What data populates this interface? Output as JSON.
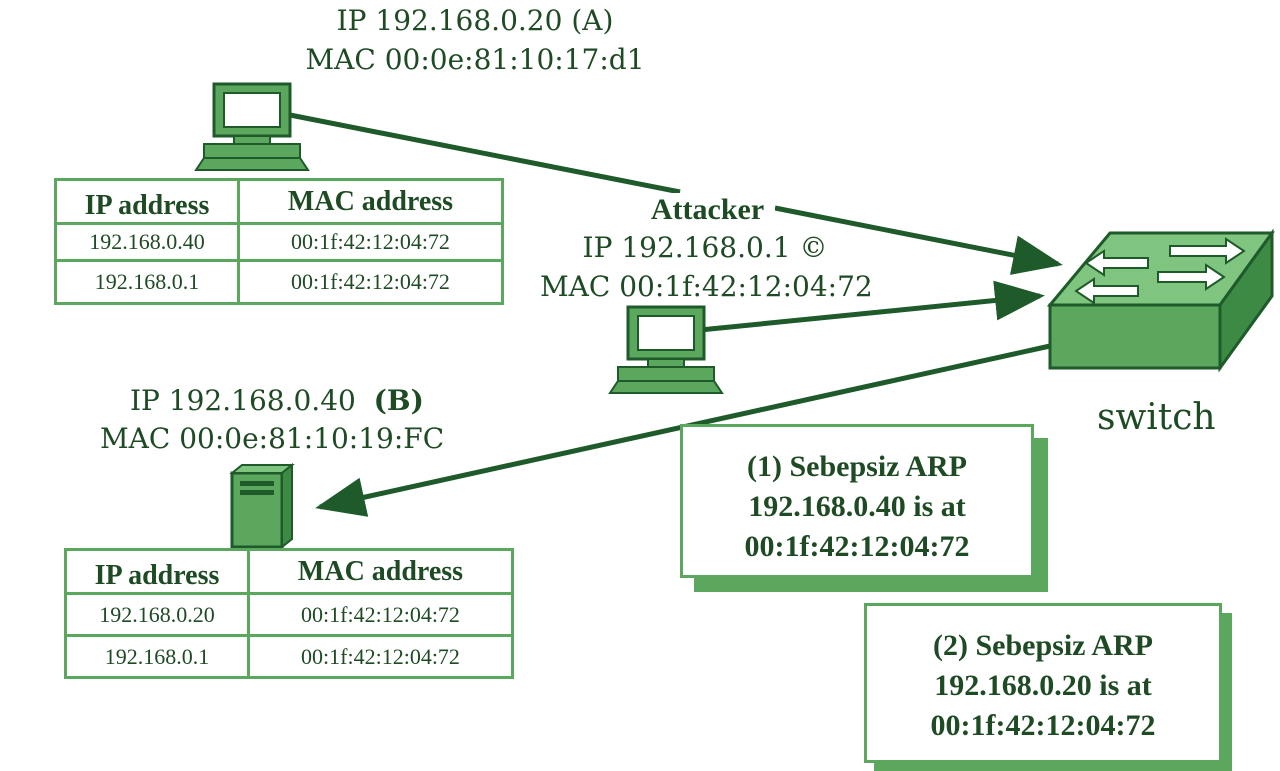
{
  "host_a": {
    "ip_line": "IP 192.168.0.20  (A)",
    "mac_line": "MAC 00:0e:81:10:17:d1",
    "table": {
      "headers": [
        "IP address",
        "MAC address"
      ],
      "rows": [
        [
          "192.168.0.40",
          "00:1f:42:12:04:72"
        ],
        [
          "192.168.0.1",
          "00:1f:42:12:04:72"
        ]
      ]
    }
  },
  "attacker": {
    "title": "Attacker",
    "ip_line": "IP 192.168.0.1  ©",
    "mac_line": "MAC 00:1f:42:12:04:72"
  },
  "host_b": {
    "ip_text": "IP 192.168.0.40",
    "ip_tag": "(B)",
    "mac_line": "MAC 00:0e:81:10:19:FC",
    "table": {
      "headers": [
        "IP address",
        "MAC address"
      ],
      "rows": [
        [
          "192.168.0.20",
          "00:1f:42:12:04:72"
        ],
        [
          "192.168.0.1",
          "00:1f:42:12:04:72"
        ]
      ]
    }
  },
  "switch": {
    "label": "switch"
  },
  "arp_messages": [
    {
      "title": "(1) Sebepsiz ARP",
      "line1": "192.168.0.40 is at",
      "line2": "00:1f:42:12:04:72"
    },
    {
      "title": "(2) Sebepsiz ARP",
      "line1": "192.168.0.20 is at",
      "line2": "00:1f:42:12:04:72"
    }
  ],
  "colors": {
    "dark_green": "#1e5a2a",
    "green": "#5aa75d",
    "light_green": "#7fc47f",
    "text": "#1e4a24"
  },
  "icons": [
    "computer-icon",
    "server-tower-icon",
    "network-switch-icon"
  ]
}
